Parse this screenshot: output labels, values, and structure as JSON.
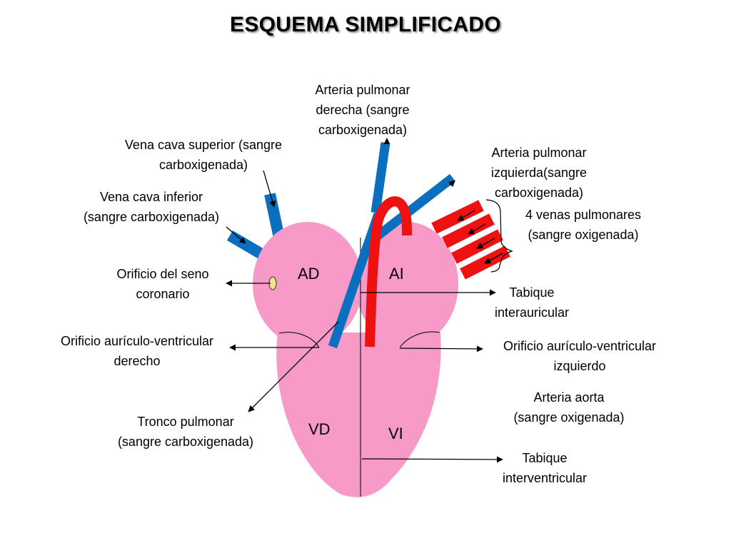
{
  "title": "ESQUEMA SIMPLIFICADO",
  "chambers": {
    "ad": "AD",
    "ai": "AI",
    "vd": "VD",
    "vi": "VI"
  },
  "labels": {
    "arteria_pulmonar_derecha": [
      "Arteria pulmonar",
      "derecha (sangre",
      "carboxigenada)"
    ],
    "vena_cava_superior": [
      "Vena cava superior (sangre",
      "carboxigenada)"
    ],
    "arteria_pulmonar_izquierda": [
      "Arteria pulmonar",
      "izquierda(sangre",
      "carboxigenada)"
    ],
    "vena_cava_inferior": [
      "Vena cava inferior",
      "(sangre carboxigenada)"
    ],
    "venas_pulmonares": [
      "4 venas pulmonares",
      "(sangre oxigenada)"
    ],
    "orificio_seno_coronario": [
      "Orificio del seno",
      "coronario"
    ],
    "tabique_interauricular": [
      "Tabique",
      "interauricular"
    ],
    "orificio_av_derecho": [
      "Orificio aurículo-ventricular",
      "derecho"
    ],
    "orificio_av_izquierdo": [
      "Orificio aurículo-ventricular",
      "izquierdo"
    ],
    "arteria_aorta": [
      "Arteria aorta",
      "(sangre oxigenada)"
    ],
    "tronco_pulmonar": [
      "Tronco pulmonar",
      "(sangre carboxigenada)"
    ],
    "tabique_interventricular": [
      "Tabique",
      "interventricular"
    ]
  },
  "colors": {
    "heart": "#f79ac8",
    "deoxygenated_vessel": "#0b6fc0",
    "oxygenated_vessel": "#ee1111",
    "coronary_sinus": "#f5e08a"
  }
}
